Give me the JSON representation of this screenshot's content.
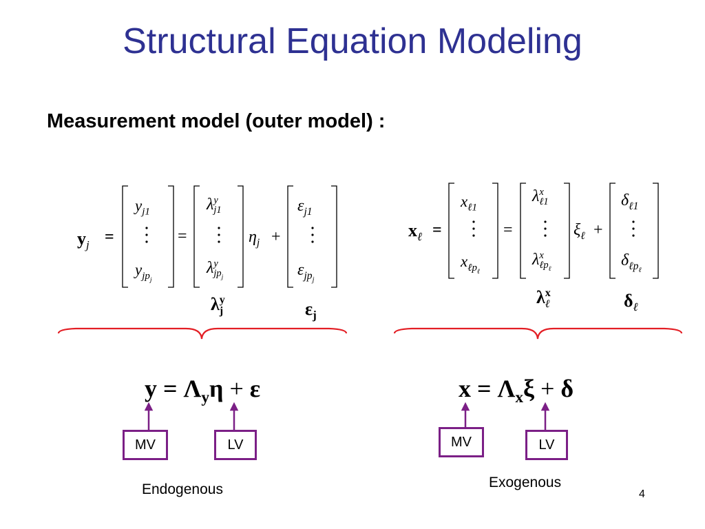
{
  "slide": {
    "title": "Structural Equation Modeling",
    "subtitle": "Measurement model (outer model) :",
    "page_number": "4"
  },
  "left_model": {
    "lhs_symbol": "y",
    "lhs_subscript": "j",
    "equals": "=",
    "vec_top_symbol": "y",
    "vec_top_sub": "j1",
    "vec_bottom_symbol": "y",
    "vec_bottom_sub": "jp",
    "vec_bottom_subsub": "j",
    "lambda_symbol": "λ",
    "lambda_sup": "y",
    "lambda_top_sub": "j1",
    "lambda_bottom_sub": "jp",
    "lambda_bottom_subsub": "j",
    "factor_symbol": "η",
    "factor_sub": "j",
    "plus": "+",
    "error_symbol": "ε",
    "error_top_sub": "j1",
    "error_bottom_sub": "jp",
    "error_bottom_subsub": "j",
    "label_lambda": "λ",
    "label_lambda_sup": "y",
    "label_lambda_sub": "j",
    "label_error": "ε",
    "label_error_sub": "j",
    "summary_y": "y",
    "summary_eq": "=",
    "summary_Lambda": "Λ",
    "summary_Lambda_sub": "y",
    "summary_factor": "η",
    "summary_plus": "+",
    "summary_error": "ε",
    "mv_label": "MV",
    "lv_label": "LV",
    "caption": "Endogenous"
  },
  "right_model": {
    "lhs_symbol": "x",
    "lhs_subscript": "ℓ",
    "equals": "=",
    "vec_top_symbol": "x",
    "vec_top_sub": "ℓ1",
    "vec_bottom_symbol": "x",
    "vec_bottom_sub": "ℓp",
    "vec_bottom_subsub": "ℓ",
    "lambda_symbol": "λ",
    "lambda_sup": "x",
    "lambda_top_sub": "ℓ1",
    "lambda_bottom_sub": "ℓp",
    "lambda_bottom_subsub": "ℓ",
    "factor_symbol": "ξ",
    "factor_sub": "ℓ",
    "plus": "+",
    "error_symbol": "δ",
    "error_top_sub": "ℓ1",
    "error_bottom_sub": "ℓp",
    "error_bottom_subsub": "ℓ",
    "label_lambda": "λ",
    "label_lambda_sup": "x",
    "label_lambda_sub": "ℓ",
    "label_error": "δ",
    "label_error_sub": "ℓ",
    "summary_x": "x",
    "summary_eq": "=",
    "summary_Lambda": "Λ",
    "summary_Lambda_sub": "x",
    "summary_factor": "ξ",
    "summary_plus": "+",
    "summary_error": "δ",
    "mv_label": "MV",
    "lv_label": "LV",
    "caption": "Exogenous"
  },
  "colors": {
    "title": "#2e3192",
    "brace": "#e31e24",
    "box_border": "#7b1f86",
    "arrow": "#7b1f86"
  }
}
